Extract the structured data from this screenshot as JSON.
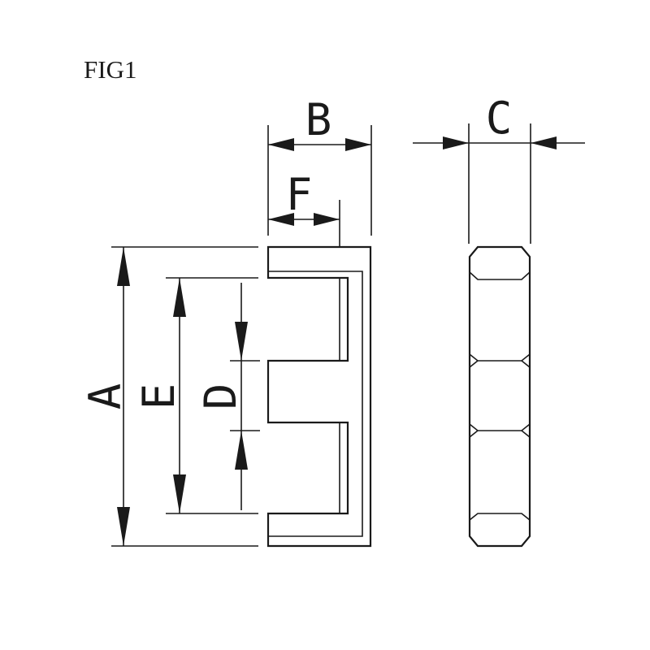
{
  "figure": {
    "title": "FIG1"
  },
  "dimensions": {
    "a": "A",
    "b": "B",
    "c": "C",
    "d": "D",
    "e": "E",
    "f": "F"
  }
}
